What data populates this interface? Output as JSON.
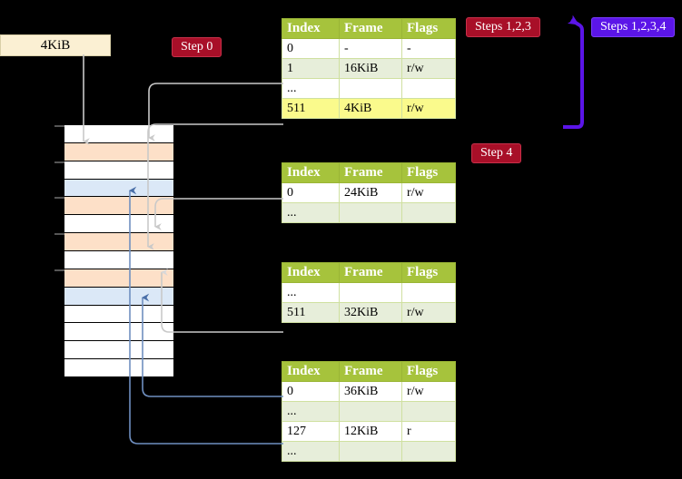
{
  "diagram": {
    "title_box": {
      "label": "4KiB"
    },
    "badges": [
      {
        "id": "step0",
        "label": "Step 0",
        "color": "#a80f28"
      },
      {
        "id": "step123",
        "label": "Steps 1,2,3",
        "color": "#a80f28"
      },
      {
        "id": "step1234",
        "label": "Steps 1,2,3,4",
        "color": "#5b15e8"
      },
      {
        "id": "step4",
        "label": "Step 4",
        "color": "#a80f28"
      }
    ],
    "colors": {
      "table_header": "#a6c33c",
      "row_alt": "#e7eeda",
      "highlight": "#fafa8c",
      "mem_orange": "#fde0c8",
      "mem_blue": "#dbe8f7",
      "box_fill": "#fbf0d3",
      "wire_grey": "#c9c9c9",
      "wire_blue": "#6f8fc0",
      "arrow_purple": "#5b15e8",
      "background": "#000000"
    },
    "memory_column": {
      "name": "physical-memory",
      "rows": [
        {
          "fill": "white"
        },
        {
          "fill": "orange"
        },
        {
          "fill": "white"
        },
        {
          "fill": "blue"
        },
        {
          "fill": "orange"
        },
        {
          "fill": "white"
        },
        {
          "fill": "orange"
        },
        {
          "fill": "white"
        },
        {
          "fill": "orange"
        },
        {
          "fill": "blue"
        },
        {
          "fill": "white"
        },
        {
          "fill": "white"
        },
        {
          "fill": "white"
        },
        {
          "fill": "white"
        }
      ]
    },
    "tables": [
      {
        "name": "page-table-level-1",
        "headers": [
          "Index",
          "Frame",
          "Flags"
        ],
        "rows": [
          {
            "cells": [
              "0",
              "-",
              "-"
            ],
            "shade": "white",
            "highlight": false
          },
          {
            "cells": [
              "1",
              "16KiB",
              "r/w"
            ],
            "shade": "green",
            "highlight": false
          },
          {
            "cells": [
              "...",
              "",
              ""
            ],
            "shade": "white",
            "highlight": false
          },
          {
            "cells": [
              "511",
              "4KiB",
              "r/w"
            ],
            "shade": "green",
            "highlight": true
          }
        ]
      },
      {
        "name": "page-table-level-2",
        "headers": [
          "Index",
          "Frame",
          "Flags"
        ],
        "rows": [
          {
            "cells": [
              "0",
              "24KiB",
              "r/w"
            ],
            "shade": "white",
            "highlight": false
          },
          {
            "cells": [
              "...",
              "",
              ""
            ],
            "shade": "green",
            "highlight": false
          }
        ]
      },
      {
        "name": "page-table-level-3",
        "headers": [
          "Index",
          "Frame",
          "Flags"
        ],
        "rows": [
          {
            "cells": [
              "...",
              "",
              ""
            ],
            "shade": "white",
            "highlight": false
          },
          {
            "cells": [
              "511",
              "32KiB",
              "r/w"
            ],
            "shade": "green",
            "highlight": false
          }
        ]
      },
      {
        "name": "page-table-level-4",
        "headers": [
          "Index",
          "Frame",
          "Flags"
        ],
        "rows": [
          {
            "cells": [
              "0",
              "36KiB",
              "r/w"
            ],
            "shade": "white",
            "highlight": false
          },
          {
            "cells": [
              "...",
              "",
              ""
            ],
            "shade": "green",
            "highlight": false
          },
          {
            "cells": [
              "127",
              "12KiB",
              "r"
            ],
            "shade": "white",
            "highlight": false
          },
          {
            "cells": [
              "...",
              "",
              ""
            ],
            "shade": "green",
            "highlight": false
          }
        ]
      }
    ]
  }
}
